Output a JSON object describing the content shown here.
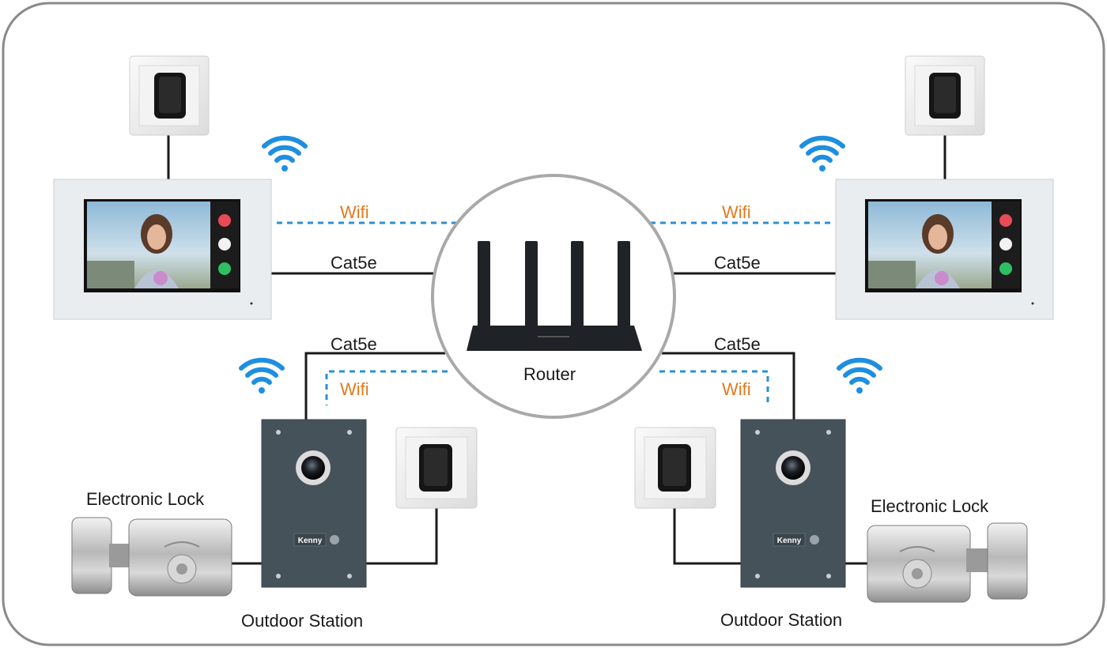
{
  "diagram": {
    "router_label": "Router",
    "wifi_label": "Wifi",
    "cable_label": "Cat5e",
    "outdoor_station_label": "Outdoor Station",
    "electronic_lock_label": "Electronic Lock",
    "nameplate_text": "Kenny"
  },
  "colors": {
    "frame": "#8a8a8a",
    "wifi_dash": "#2a90d6",
    "wifi_icon": "#1e8fe0",
    "wifi_text": "#e07a1f",
    "cable": "#1a1a1a",
    "outdoor_panel": "#46525a",
    "monitor_frame": "#e9edf0",
    "router_body": "#1f2226"
  },
  "icons": [
    "wifi-icon",
    "power-adapter-icon",
    "call-end-icon",
    "unlock-icon",
    "call-answer-icon",
    "camera-lens-icon"
  ]
}
